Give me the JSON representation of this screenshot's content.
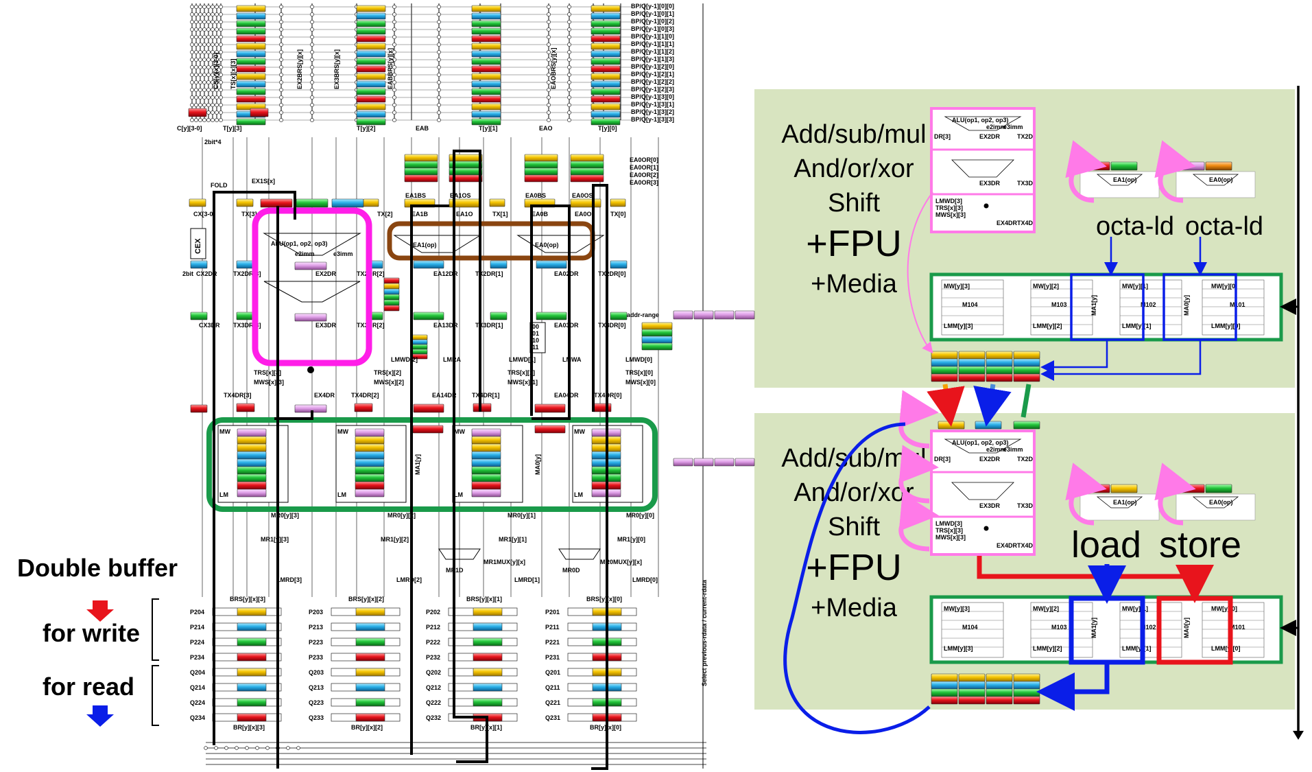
{
  "colors": {
    "yellow": "#f5c400",
    "cyan": "#2ab0e8",
    "green": "#22c43a",
    "red": "#e8141c",
    "pink": "#e0a0e8",
    "orange": "#f08a10",
    "magenta": "#ff1ee8",
    "brown": "#8a4510",
    "frame_green": "#1a9a4a",
    "panel_bg": "#d8e4c0",
    "blue": "#0a1ee8"
  },
  "bp_labels": [
    "BP/Q[y-1][0][0]",
    "BP/Q[y-1][0][1]",
    "BP/Q[y-1][0][2]",
    "BP/Q[y-1][0][3]",
    "BP/Q[y-1][1][0]",
    "BP/Q[y-1][1][1]",
    "BP/Q[y-1][1][2]",
    "BP/Q[y-1][1][3]",
    "BP/Q[y-1][2][0]",
    "BP/Q[y-1][2][1]",
    "BP/Q[y-1][2][2]",
    "BP/Q[y-1][2][3]",
    "BP/Q[y-1][3][0]",
    "BP/Q[y-1][3][1]",
    "BP/Q[y-1][3][2]",
    "BP/Q[y-1][3][3]"
  ],
  "top_vertical_labels": [
    "CS[y][x][3-0]",
    "TS[x][x][3]",
    "EX2BRS[y][x]",
    "EX3BRS[y][x]",
    "EABBRS[y][x]",
    "EAOBRS[y][x]"
  ],
  "bus_labels": {
    "c_y": "C[y][3-0]",
    "two_bit_4": "2bit*4",
    "t_y3": "T[y][3]",
    "t_y2": "T[y][2]",
    "eab": "EAB",
    "t_y1": "T[y][1]",
    "eao": "EAO",
    "t_y0": "T[y][0]",
    "fold": "FOLD",
    "ex1s": "EX1S[x]",
    "cx": "CX[3-0]",
    "tx3": "TX[3]",
    "tx2": "TX[2]",
    "tx1": "TX[1]",
    "tx0": "TX[0]",
    "eabs": "EA1BS",
    "ea1o": "EA1OS",
    "ea0bs": "EA0BS",
    "ea0s": "EA0OS",
    "ea1b": "EA1B",
    "ea1o2": "EA1O",
    "ea0b": "EA0B",
    "ea0o": "EA0O",
    "cex": "CEX",
    "alu": "ALU(op1, op2, op3)",
    "e2imm": "e2imm",
    "e3imm": "e3imm",
    "ea1op": "EA1(op)",
    "ea0op": "EA0(op)",
    "two_bit": "2bit",
    "cx2dr": "CX2DR",
    "tx2dr3": "TX2DR[3]",
    "ex2dr": "EX2DR",
    "tx2dr2": "TX2DR[2]",
    "ea12dr": "EA12DR",
    "tx2dr1": "TX2DR[1]",
    "ea02dr": "EA02DR",
    "tx2dr0": "TX2DR[0]",
    "cx3dr": "CX3DR",
    "tx3dr3": "TX3DR[3]",
    "ex3dr": "EX3DR",
    "tx3dr2": "TX3DR[2]",
    "ea13dr": "EA13DR",
    "tx3dr1": "TX3DR[1]",
    "ea03dr": "EA03DR",
    "tx3dr0": "TX3DR[0]",
    "addr_range": "addr-range",
    "ea0or0": "EA0OR[0]",
    "ea0or1": "EA0OR[1]",
    "ea0or2": "EA0OR[2]",
    "ea0or3": "EA0OR[3]",
    "lmwd2": "LMWD[2]",
    "lmra": "LMRA",
    "lmwd1": "LMWD[1]",
    "lmwa": "LMWA",
    "lmwd0": "LMWD[0]",
    "trs3": "TRS[x][3]",
    "mws3": "MWS[x][3]",
    "trs2": "TRS[x][2]",
    "mws2": "MWS[x][2]",
    "trs1": "TRS[x][1]",
    "mws1": "MWS[x][1]",
    "trs0": "TRS[x][0]",
    "mws0": "MWS[x][0]",
    "tx4dr3": "TX4DR[3]",
    "ex4dr": "EX4DR",
    "tx4dr2": "TX4DR[2]",
    "ea14dr": "EA14DR",
    "tx4dr1": "TX4DR[1]",
    "ea04dr": "EA04DR",
    "tx4dr0": "TX4DR[0]",
    "ma1": "MA1[y]",
    "ma0": "MA0[y]",
    "mr0_3": "MR0[y][3]",
    "mr0_2": "MR0[y][2]",
    "mr0_1": "MR0[y][1]",
    "mr0_0": "MR0[y][0]",
    "mr1_3": "MR1[y][3]",
    "mr1_2": "MR1[y][2]",
    "mr1_1": "MR1[y][1]",
    "mr1_0": "MR1[y][0]",
    "mr1mux": "MR1MUX[y][x]",
    "mr0mux": "MR0MUX[y][x]",
    "mr1d": "MR1D",
    "mr0d": "MR0D",
    "lmrd3": "LMRD[3]",
    "lmrd2": "LMRD[2]",
    "lmrd1": "LMRD[1]",
    "lmrd0": "LMRD[0]",
    "brs3": "BRS[y][x][3]",
    "brs2": "BRS[y][x][2]",
    "brs1": "BRS[y][x][1]",
    "brs0": "BRS[y][x][0]",
    "br3": "BR[y][x][3]",
    "br2": "BR[y][x][2]",
    "br1": "BR[y][x][1]",
    "br0": "BR[y][x][0]",
    "select": "Select previous-rdata / current-rdata",
    "mw": "MW",
    "lm": "LM"
  },
  "bit_codes": [
    "00",
    "01",
    "10",
    "11"
  ],
  "buffer_rows": [
    [
      "P204",
      "P203",
      "P202",
      "P201"
    ],
    [
      "P214",
      "P213",
      "P212",
      "P211"
    ],
    [
      "P224",
      "P223",
      "P222",
      "P221"
    ],
    [
      "P234",
      "P233",
      "P232",
      "P231"
    ],
    [
      "Q204",
      "Q203",
      "Q202",
      "Q201"
    ],
    [
      "Q214",
      "Q213",
      "Q212",
      "Q211"
    ],
    [
      "Q224",
      "Q223",
      "Q222",
      "Q221"
    ],
    [
      "Q234",
      "Q233",
      "Q232",
      "Q231"
    ]
  ],
  "legend": {
    "title": "Double buffer",
    "write": "for write",
    "read": "for read"
  },
  "right_panels": [
    {
      "ops1": "Add/sub/mul",
      "ops2": "And/or/xor",
      "ops3": "Shift",
      "fpu": "+FPU",
      "media": "+Media",
      "left_unit": "octa-ld",
      "right_unit": "octa-ld"
    },
    {
      "ops1": "Add/sub/mul",
      "ops2": "And/or/xor",
      "ops3": "Shift",
      "fpu": "+FPU",
      "media": "+Media",
      "left_unit": "load",
      "right_unit": "store"
    }
  ],
  "mini_labels": {
    "alu": "ALU(op1, op2, op3)",
    "e2imm": "e2imm",
    "e3imm": "e3imm",
    "dr3": "DR[3]",
    "ex2dr": "EX2DR",
    "tx2d": "TX2D",
    "ex3dr": "EX3DR",
    "tx3d": "TX3D",
    "lmwd3": "LMWD[3]",
    "trs3": "TRS[x][3]",
    "mws3": "MWS[x][3]",
    "ex4dr": "EX4DR",
    "tx4d": "TX4D",
    "ea1op": "EA1(op)",
    "ea0op": "EA0(op)",
    "mw3": "MW[y][3]",
    "mw2": "MW[y][2]",
    "mw1": "MW[y][1]",
    "mw0": "MW[y][0]",
    "m104": "M104",
    "m103": "M103",
    "m102": "M102",
    "m101": "M101",
    "lmm3": "LMM[y][3]",
    "lmm2": "LMM[y][2]",
    "lmm1": "LMM[y][1]",
    "lmm0": "LMM[y][0]",
    "ma1": "MA1[y]",
    "ma0": "MA0[y]"
  }
}
